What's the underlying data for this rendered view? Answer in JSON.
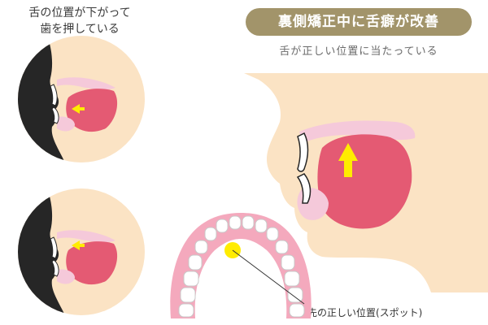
{
  "left_caption": {
    "line1": "舌の位置が下がって",
    "line2": "歯を押している"
  },
  "right_badge": "裏側矯正中に舌癖が改善",
  "right_subcaption": "舌が正しい位置に当たっている",
  "spot_label": "舌先の正しい位置(スポット)",
  "colors": {
    "skin": "#fbe3c4",
    "silhouette": "#262626",
    "tongue": "#e45a73",
    "palate_pink": "#f5c9da",
    "gum": "#f4a9bd",
    "arrow_yellow": "#ffec00",
    "badge": "#a2946a"
  },
  "icons": [
    "left-arrow-icon",
    "up-arrow-icon",
    "tooth-icon",
    "spot-marker-icon"
  ]
}
